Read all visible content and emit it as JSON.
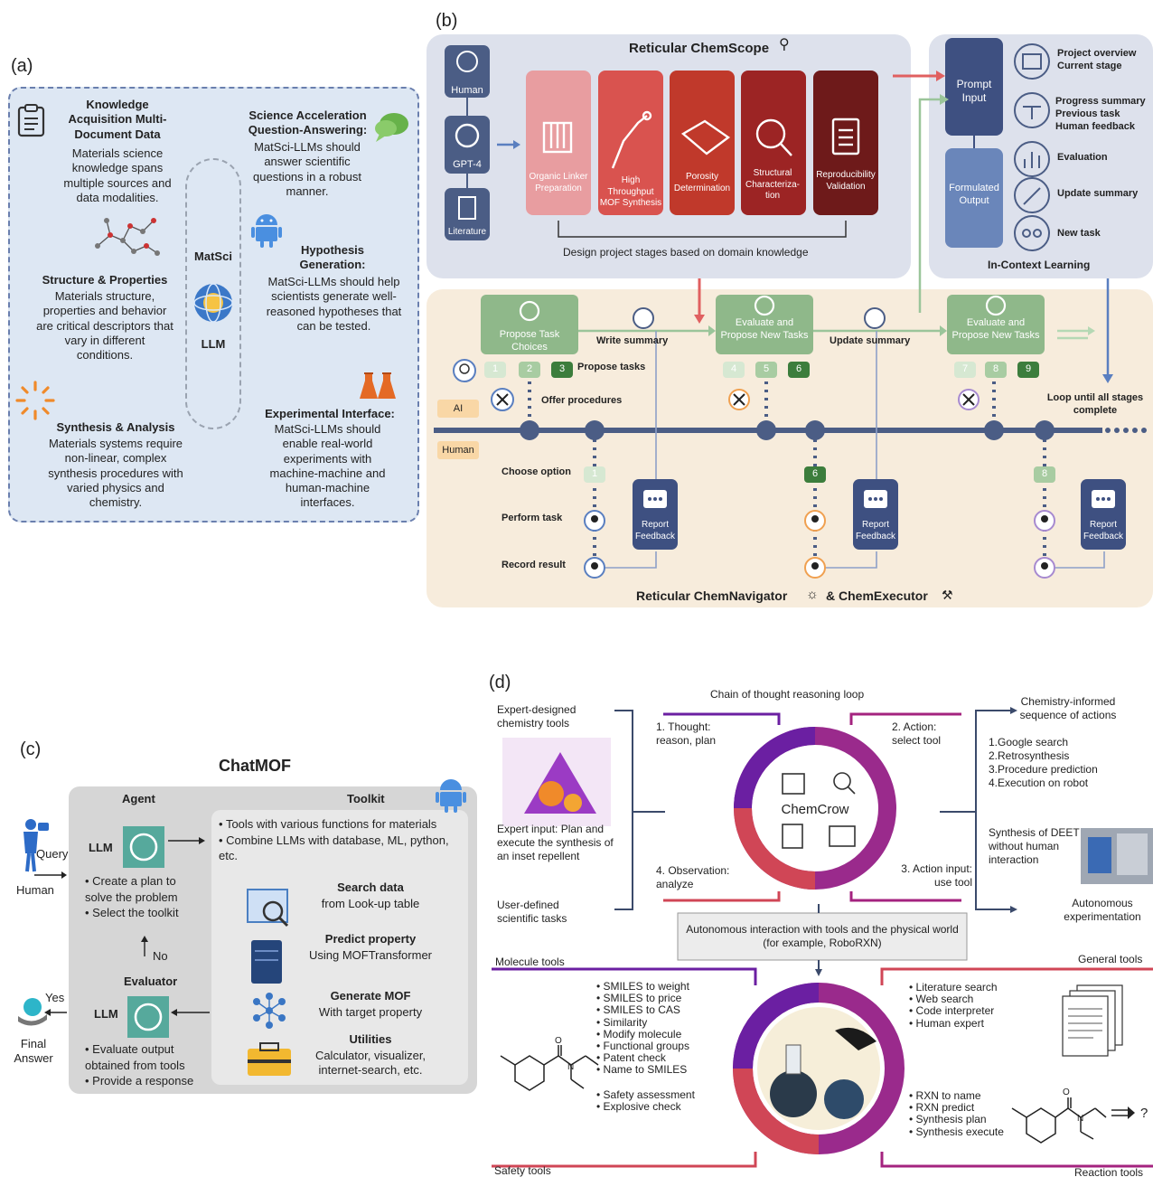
{
  "panels": {
    "a": {
      "letter": "(a)",
      "knowledge": {
        "title": "Knowledge Acquisition Multi-Document Data",
        "text": "Materials science knowledge spans multiple sources and data modalities."
      },
      "structure": {
        "title": "Structure & Properties",
        "text": "Materials structure, properties and behavior are critical descriptors that vary in different conditions."
      },
      "synthesis": {
        "title": "Synthesis & Analysis",
        "text": "Materials systems require non-linear, complex synthesis procedures with varied physics and chemistry."
      },
      "science": {
        "title": "Science Acceleration Question-Answering:",
        "text": "MatSci-LLMs should answer scientific questions in a robust manner."
      },
      "hypothesis": {
        "title": "Hypothesis Generation:",
        "text": "MatSci-LLMs should help scientists generate well-reasoned hypotheses that can be tested."
      },
      "experimental": {
        "title": "Experimental Interface:",
        "text": "MatSci-LLMs should enable real-world experiments with machine-machine and human-machine interfaces."
      },
      "matsci": "MatSci",
      "llm": "LLM"
    },
    "b": {
      "letter": "(b)",
      "chemscope_title": "Reticular ChemScope",
      "human": "Human",
      "gpt4": "GPT-4",
      "literature": "Literature",
      "stages": [
        "Organic Linker Preparation",
        "High Throughput MOF Synthesis",
        "Porosity Determination",
        "Structural Characteriza-tion",
        "Reproducibility Validation"
      ],
      "design_caption": "Design project stages based on domain knowledge",
      "prompt_input": "Prompt Input",
      "formulated_output": "Formulated Output",
      "context_items": [
        "Project overview Current stage",
        "Progress summary Previous task Human feedback",
        "Evaluation",
        "Update summary",
        "New task"
      ],
      "in_context": "In-Context Learning",
      "propose_choices": "Propose Task Choices",
      "evaluate_propose": "Evaluate and Propose New Tasks",
      "write_summary": "Write summary",
      "update_summary": "Update summary",
      "propose_tasks": "Propose tasks",
      "offer_procedures": "Offer procedures",
      "loop_until": "Loop until all stages complete",
      "ai": "AI",
      "human_row": "Human",
      "choose_option": "Choose option",
      "perform_task": "Perform task",
      "record_result": "Record result",
      "report_feedback": "Report Feedback",
      "nums": [
        "1",
        "2",
        "3",
        "4",
        "5",
        "6",
        "7",
        "8",
        "9"
      ],
      "chosen": [
        "1",
        "6",
        "8"
      ],
      "navigator_title": "Reticular ChemNavigator",
      "executor_title": "& ChemExecutor"
    },
    "c": {
      "letter": "(c)",
      "title": "ChatMOF",
      "agent": "Agent",
      "toolkit": "Toolkit",
      "llm": "LLM",
      "query": "Query",
      "human": "Human",
      "agent_bullets": [
        "Create a plan to solve the problem",
        "Select the toolkit"
      ],
      "no": "No",
      "yes": "Yes",
      "evaluator": "Evaluator",
      "evaluator_bullets": [
        "Evaluate output obtained from tools",
        "Provide a response"
      ],
      "final_answer": "Final Answer",
      "toolkit_bullets": [
        "Tools with various functions for materials",
        "Combine LLMs with database, ML, python, etc."
      ],
      "tools": [
        {
          "title": "Search data",
          "text": "from Look-up table"
        },
        {
          "title": "Predict property",
          "text": "Using MOFTransformer"
        },
        {
          "title": "Generate MOF",
          "text": "With target property"
        },
        {
          "title": "Utilities",
          "text": "Calculator, visualizer, internet-search, etc."
        }
      ]
    },
    "d": {
      "letter": "(d)",
      "expert_tools": "Expert-designed chemistry tools",
      "expert_input": "Expert input: Plan and execute the synthesis of an inset repellent",
      "user_tasks": "User-defined scientific tasks",
      "loop_title": "Chain of thought reasoning loop",
      "thought": "1. Thought: reason, plan",
      "action": "2. Action: select tool",
      "action_input": "3. Action input: use tool",
      "observation": "4. Observation: analyze",
      "chemcrow": "ChemCrow",
      "chem_sequence": "Chemistry-informed sequence of actions",
      "sequence_items": [
        "1.Google search",
        "2.Retrosynthesis",
        "3.Procedure prediction",
        "4.Execution on robot"
      ],
      "deet": "Synthesis of DEET without human interaction",
      "autonomous_exp": "Autonomous experimentation",
      "autonomous_interaction": "Autonomous interaction with tools and the physical world (for example, RoboRXN)",
      "molecule_tools": "Molecule tools",
      "general_tools": "General tools",
      "safety_tools": "Safety tools",
      "reaction_tools": "Reaction tools",
      "molecule_list": [
        "SMILES to weight",
        "SMILES to price",
        "SMILES to CAS",
        "Similarity",
        "Modify molecule",
        "Functional groups",
        "Patent check",
        "Name to SMILES"
      ],
      "safety_list": [
        "Safety assessment",
        "Explosive check"
      ],
      "general_list": [
        "Literature search",
        "Web search",
        "Code interpreter",
        "Human expert"
      ],
      "reaction_list": [
        "RXN to name",
        "RXN predict",
        "Synthesis plan",
        "Synthesis execute"
      ],
      "question": "?",
      "o_atom": "O",
      "n_atom": "N"
    }
  },
  "colors": {
    "panel_a_bg": "#dde7f3",
    "panel_b_top": "#dde1ec",
    "panel_b_bottom": "#f7ecdc",
    "navy": "#4b5d85",
    "green": "#8fb88a",
    "dark_green": "#3c7d3c",
    "stage1": "#e89da0",
    "stage2": "#d9534f",
    "stage3": "#c0392b",
    "stage4": "#9c2424",
    "stage5": "#6e1a1a",
    "purple": "#6b1fa2",
    "magenta": "#a4237f",
    "red": "#d04656"
  }
}
